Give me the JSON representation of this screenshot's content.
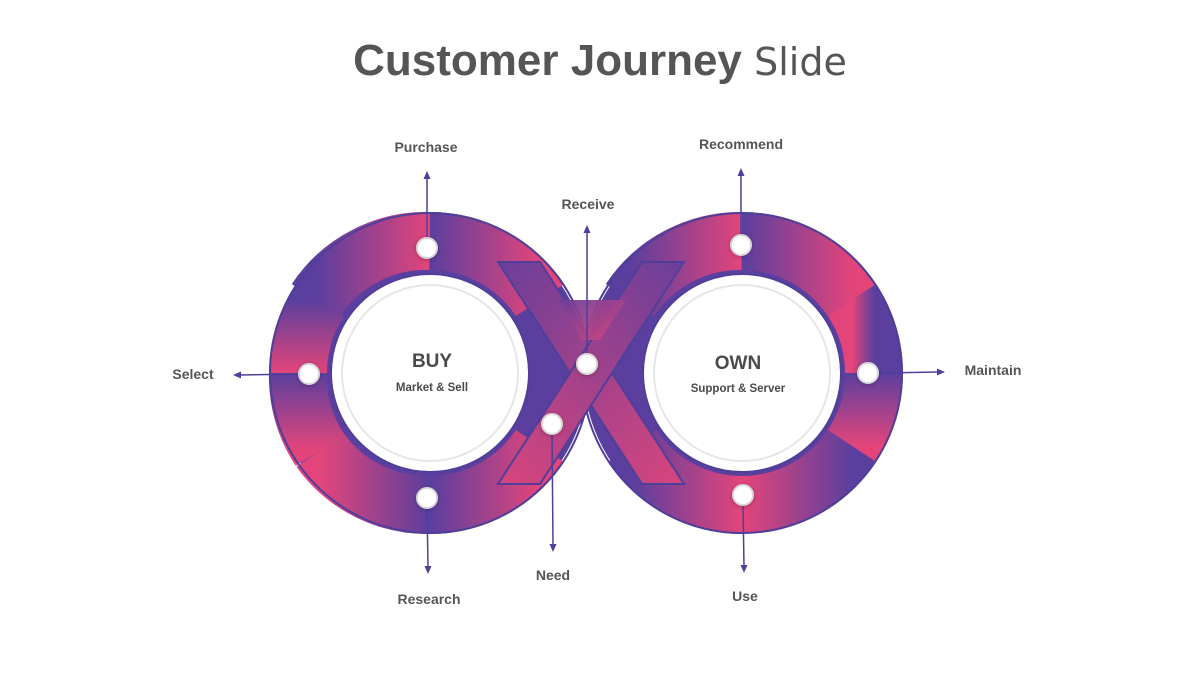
{
  "title": {
    "bold": "Customer Journey",
    "light": "Slide"
  },
  "loops": {
    "buy": {
      "title": "BUY",
      "subtitle": "Market & Sell"
    },
    "own": {
      "title": "OWN",
      "subtitle": "Support & Server"
    }
  },
  "stages": {
    "purchase": "Purchase",
    "receive": "Receive",
    "recommend": "Recommend",
    "select": "Select",
    "maintain": "Maintain",
    "research": "Research",
    "need": "Need",
    "use": "Use"
  },
  "colors": {
    "gradient_start": "#5a3f9e",
    "gradient_mid": "#9a3f90",
    "gradient_end": "#e3457a",
    "arrow": "#4f3f9a",
    "title": "#555555"
  }
}
